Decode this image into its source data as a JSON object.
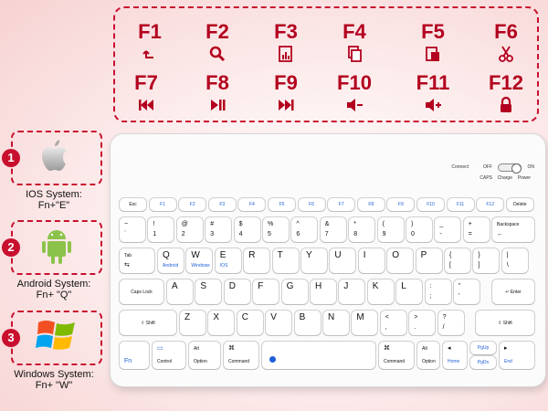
{
  "fkeys": [
    {
      "label": "F1",
      "icon": "back-arrow-icon"
    },
    {
      "label": "F2",
      "icon": "search-icon"
    },
    {
      "label": "F3",
      "icon": "chart-icon"
    },
    {
      "label": "F4",
      "icon": "copy-icon"
    },
    {
      "label": "F5",
      "icon": "paste-icon"
    },
    {
      "label": "F6",
      "icon": "scissors-icon"
    },
    {
      "label": "F7",
      "icon": "previous-track-icon"
    },
    {
      "label": "F8",
      "icon": "play-pause-icon"
    },
    {
      "label": "F9",
      "icon": "next-track-icon"
    },
    {
      "label": "F10",
      "icon": "volume-down-icon"
    },
    {
      "label": "F11",
      "icon": "volume-up-icon"
    },
    {
      "label": "F12",
      "icon": "lock-icon"
    }
  ],
  "systems": [
    {
      "num": "1",
      "title": "IOS System:",
      "combo": "Fn+\"E\"",
      "icon": "apple-logo-icon"
    },
    {
      "num": "2",
      "title": "Android System:",
      "combo": "Fn+ \"Q\"",
      "icon": "android-logo-icon"
    },
    {
      "num": "3",
      "title": "Windows System:",
      "combo": "Fn+ \"W\"",
      "icon": "windows-logo-icon"
    }
  ],
  "indicator": {
    "connect": "Connect",
    "off": "OFF",
    "on": "ON",
    "caps": "CAPS",
    "charge": "Charge",
    "power": "Power"
  },
  "keys": {
    "row0": [
      "Esc",
      "F1",
      "F2",
      "F3",
      "F4",
      "F5",
      "F6",
      "F7",
      "F8",
      "F9",
      "F10",
      "F11",
      "F12",
      "Delete"
    ],
    "row1": [
      [
        "~",
        "`"
      ],
      [
        "!",
        "1"
      ],
      [
        "@",
        "2"
      ],
      [
        "#",
        "3"
      ],
      [
        "$",
        "4"
      ],
      [
        "%",
        "5"
      ],
      [
        "^",
        "6"
      ],
      [
        "&",
        "7"
      ],
      [
        "*",
        "8"
      ],
      [
        "(",
        "9"
      ],
      [
        ")",
        "0"
      ],
      [
        "_",
        "-"
      ],
      [
        "+",
        "="
      ]
    ],
    "backspace": "Backspace",
    "tab": "Tab",
    "row2": [
      "Q",
      "W",
      "E",
      "R",
      "T",
      "Y",
      "U",
      "I",
      "O",
      "P"
    ],
    "row2sub": [
      "Android",
      "Windows",
      "IOS"
    ],
    "row2br": [
      [
        "{",
        "["
      ],
      [
        "}",
        "]"
      ],
      [
        "|",
        "\\"
      ]
    ],
    "capslock": "Caps Lock",
    "row3": [
      "A",
      "S",
      "D",
      "F",
      "G",
      "H",
      "J",
      "K",
      "L"
    ],
    "row3p": [
      [
        ":",
        ";"
      ],
      [
        "\"",
        "'"
      ]
    ],
    "enter": "Enter",
    "shift": "Shift",
    "row4": [
      "Z",
      "X",
      "C",
      "V",
      "B",
      "N",
      "M"
    ],
    "row4p": [
      [
        "<",
        ","
      ],
      [
        ">",
        "."
      ],
      [
        "?",
        "/"
      ]
    ],
    "shiftR": "Shift",
    "fn": "Fn",
    "control": "Control",
    "alt": "Alt",
    "option": "Option",
    "cmd": "⌘",
    "command": "Command",
    "optionR": "Option",
    "home": "Home",
    "end": "End",
    "pgup": "PgUp",
    "pgdn": "PgDn"
  },
  "colors": {
    "accent": "#c8102e",
    "blue": "#1f5fd6"
  }
}
